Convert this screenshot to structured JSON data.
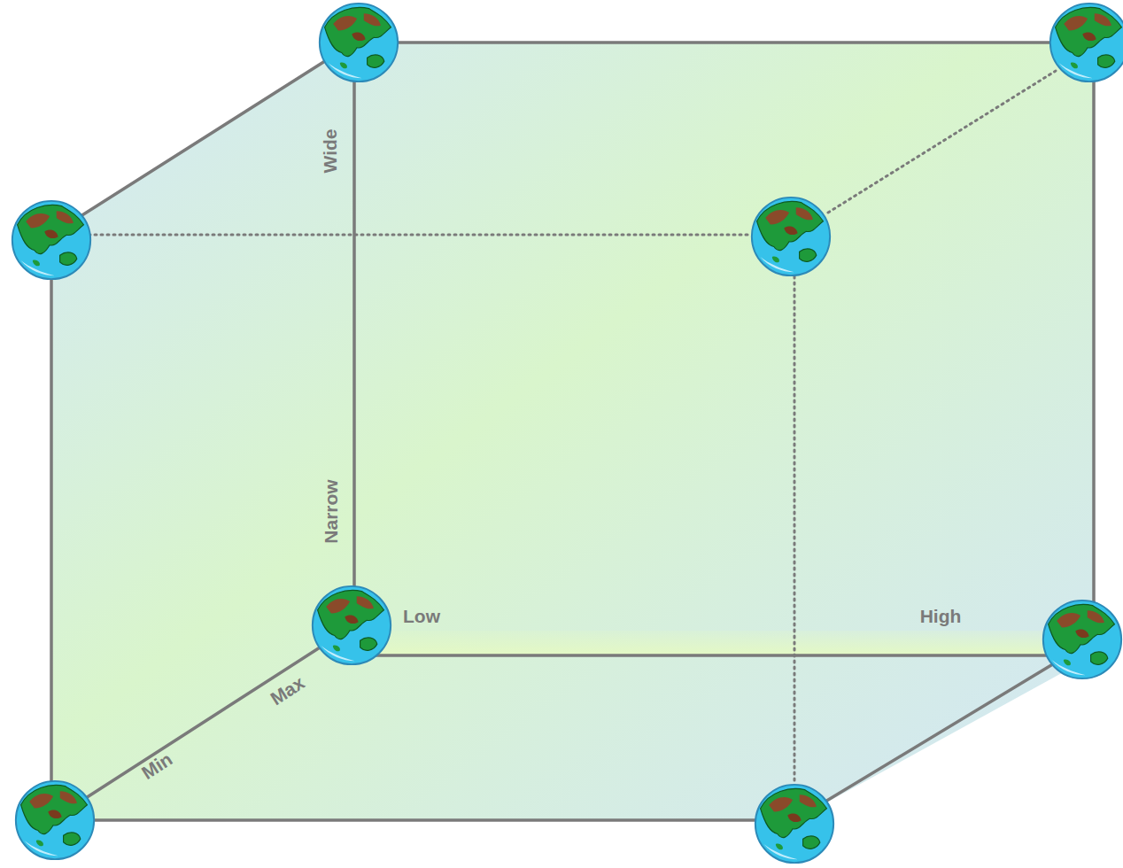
{
  "diagram": {
    "labels": [
      "Wide",
      "Narrow",
      "Low",
      "High",
      "Max",
      "Min"
    ]
  }
}
